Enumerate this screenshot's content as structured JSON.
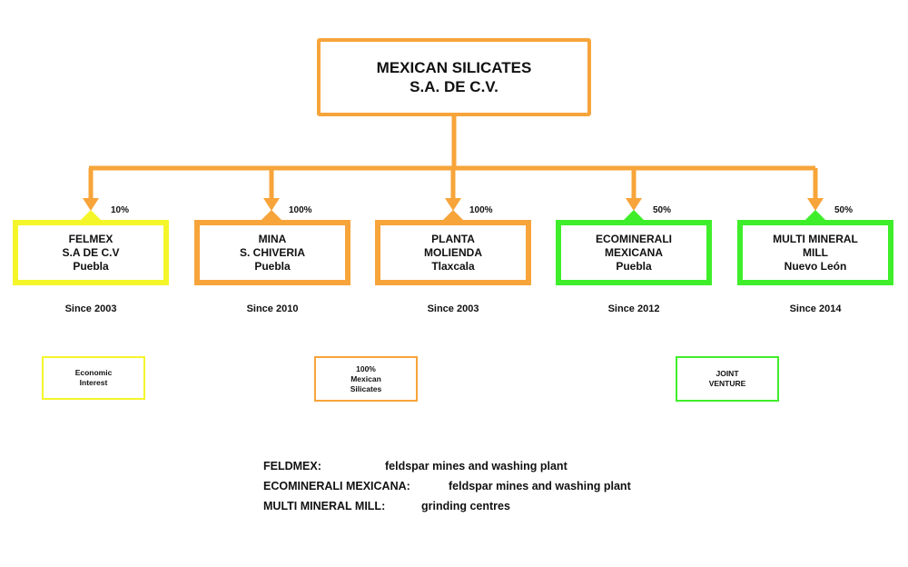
{
  "root": {
    "line1": "MEXICAN SILICATES",
    "line2": "S.A. DE C.V."
  },
  "colors": {
    "orange": "#f7a43a",
    "yellow": "#f4f62a",
    "green": "#3fee2a"
  },
  "children": [
    {
      "l1": "FELMEX",
      "l2": "S.A DE C.V",
      "l3": "Puebla",
      "pct": "10%",
      "since": "Since 2003",
      "color": "yellow"
    },
    {
      "l1": "MINA",
      "l2": "S. CHIVERIA",
      "l3": "Puebla",
      "pct": "100%",
      "since": "Since 2010",
      "color": "orange"
    },
    {
      "l1": "PLANTA",
      "l2": "MOLIENDA",
      "l3": "Tlaxcala",
      "pct": "100%",
      "since": "Since 2003",
      "color": "orange"
    },
    {
      "l1": "ECOMINERALI",
      "l2": "MEXICANA",
      "l3": "Puebla",
      "pct": "50%",
      "since": "Since 2012",
      "color": "green"
    },
    {
      "l1": "MULTI MINERAL",
      "l2": "MILL",
      "l3": "Nuevo León",
      "pct": "50%",
      "since": "Since 2014",
      "color": "green"
    }
  ],
  "legend": [
    {
      "l1": "Economic",
      "l2": "Interest",
      "l3": "",
      "color": "yellow"
    },
    {
      "l1": "100%",
      "l2": "Mexican",
      "l3": "Silicates",
      "color": "orange"
    },
    {
      "l1": "JOINT",
      "l2": "VENTURE",
      "l3": "",
      "color": "green"
    }
  ],
  "notes": [
    {
      "term": "FELDMEX:",
      "def": "feldspar mines and washing plant"
    },
    {
      "term": "ECOMINERALI MEXICANA:",
      "def": "feldspar mines and washing plant"
    },
    {
      "term": "MULTI MINERAL MILL:",
      "def": "grinding centres"
    }
  ]
}
